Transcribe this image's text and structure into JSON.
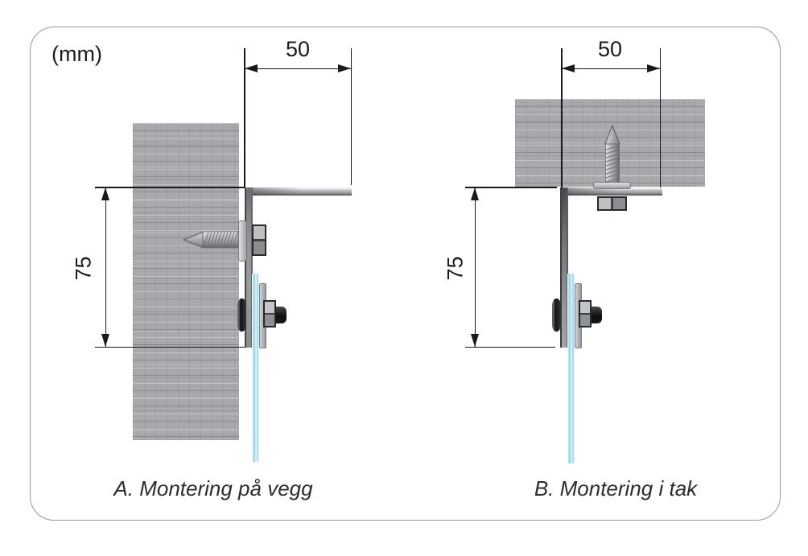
{
  "unit_label": "(mm)",
  "diagrams": [
    {
      "id": "A",
      "caption": "A. Montering på vegg",
      "width_mm": "50",
      "height_mm": "75"
    },
    {
      "id": "B",
      "caption": "B. Montering i tak",
      "width_mm": "50",
      "height_mm": "75"
    }
  ],
  "icons": {
    "dimension_arrow": "filled-triangle (css border shape)"
  },
  "colors": {
    "background": "#ffffff",
    "panel_border": "#97989b",
    "line_black": "#19191b",
    "surface_gray": "#a8a9ad",
    "metal_light": "#c4c5c8",
    "metal_dark": "#5f6064",
    "glass_blue": "#a3d8ea",
    "hardware_black": "#141416",
    "caption_text": "#2b2c2e"
  }
}
